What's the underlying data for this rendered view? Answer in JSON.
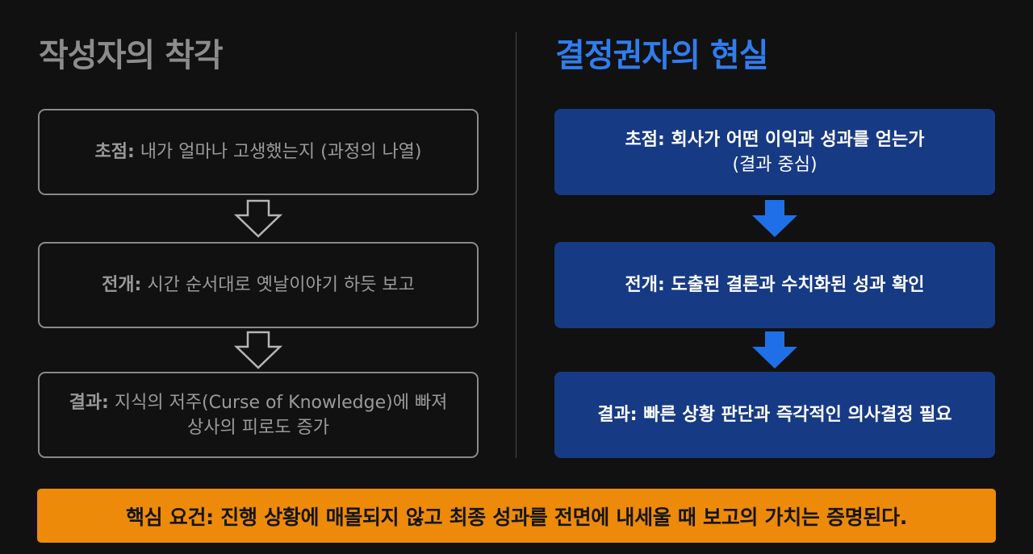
{
  "left": {
    "title": "작성자의 착각",
    "boxes": [
      {
        "label": "초점:",
        "text": "내가 얼마나 고생했는지 (과정의 나열)",
        "text2": ""
      },
      {
        "label": "전개:",
        "text": "시간 순서대로 옛날이야기 하듯 보고",
        "text2": ""
      },
      {
        "label": "결과:",
        "text": "지식의 저주(Curse of Knowledge)에 빠져",
        "text2": "상사의 피로도 증가"
      }
    ]
  },
  "right": {
    "title": "결정권자의 현실",
    "boxes": [
      {
        "label": "초점:",
        "text": "회사가 어떤 이익과 성과를 얻는가",
        "text2": "(결과 중심)"
      },
      {
        "label": "전개:",
        "text": "도출된 결론과 수치화된 성과 확인",
        "text2": ""
      },
      {
        "label": "결과:",
        "text": "빠른 상황 판단과 즉각적인 의사결정 필요",
        "text2": ""
      }
    ]
  },
  "banner": {
    "text": "핵심 요건: 진행 상황에 매몰되지 않고 최종 성과를 전면에 내세울 때 보고의 가치는 증명된다."
  },
  "colors": {
    "left_title": "#8c8c8c",
    "right_title": "#2f7df0",
    "right_box": "#173a85",
    "arrow_blue": "#1f6fe8",
    "banner": "#ed8a0a"
  }
}
